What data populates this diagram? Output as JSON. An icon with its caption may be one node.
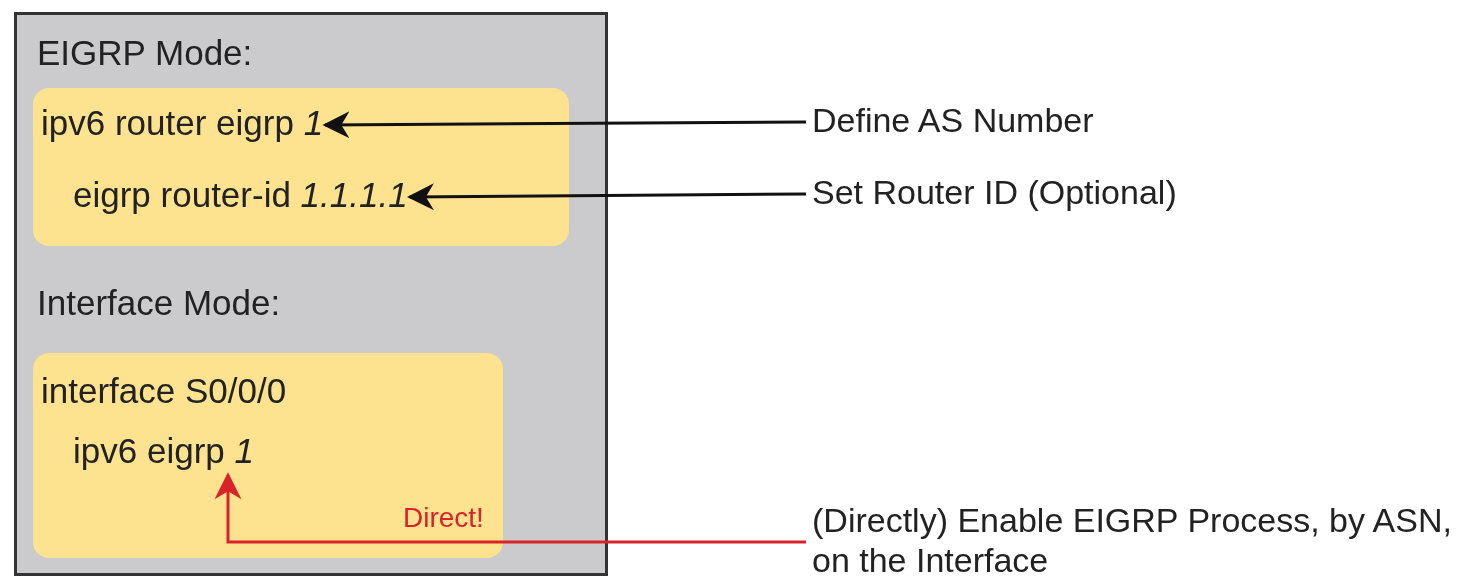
{
  "diagram": {
    "nodes": [
      {
        "text": [
          "EIGRP Mode:",
          "Interface Mode:"
        ]
      },
      {
        "text": [],
        "shape": "box",
        "in": 0
      },
      {
        "text": [
          "ipv6 router eigrp *1*"
        ],
        "in": 1
      },
      {
        "text": [
          "eigrp router-id *1.1.1.1*"
        ],
        "in": 1
      },
      {
        "text": [],
        "shape": "box",
        "in": 0
      },
      {
        "text": [
          "interface S0/0/0"
        ],
        "in": 4
      },
      {
        "text": [
          "ipv6 eigrp *1*"
        ],
        "in": 4
      },
      {
        "text": [
          "Define AS Number"
        ]
      },
      {
        "text": [
          "Set Router ID (Optional)"
        ]
      },
      {
        "text": [
          "(Directly) Enable EIGRP Process, by ASN, on the Interface"
        ]
      }
    ],
    "edges": [
      {
        "from": 7,
        "to": 2,
        "arrow": "to"
      },
      {
        "from": 8,
        "to": 3,
        "arrow": "to"
      },
      {
        "from": 9,
        "to": 6,
        "arrow": "to",
        "label": "Direct!",
        "color": "#d8232a"
      }
    ]
  }
}
